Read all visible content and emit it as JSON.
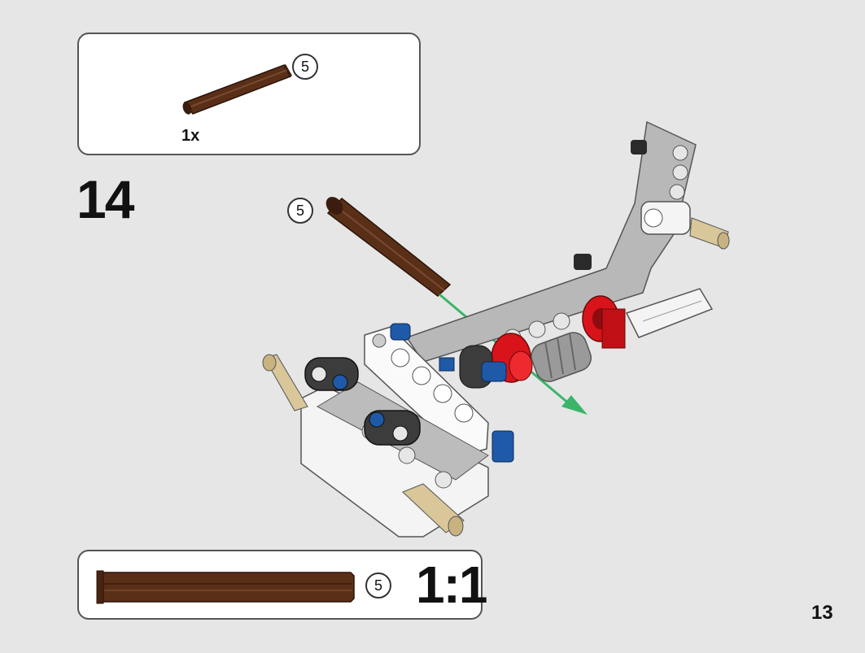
{
  "parts_list": {
    "quantity_label": "1x",
    "axle_length": "5"
  },
  "step": {
    "number": "14",
    "axle_length": "5"
  },
  "scale_check": {
    "axle_length": "5",
    "scale_label": "1:1"
  },
  "page": {
    "number": "13"
  },
  "colors": {
    "axle_brown": "#5a2f18",
    "beam_gray": "#b8b8b8",
    "red_connector": "#d8141a",
    "blue_pin": "#1e5aa8",
    "tan_pin": "#d9c79a",
    "arrow_green": "#3ab56a"
  }
}
